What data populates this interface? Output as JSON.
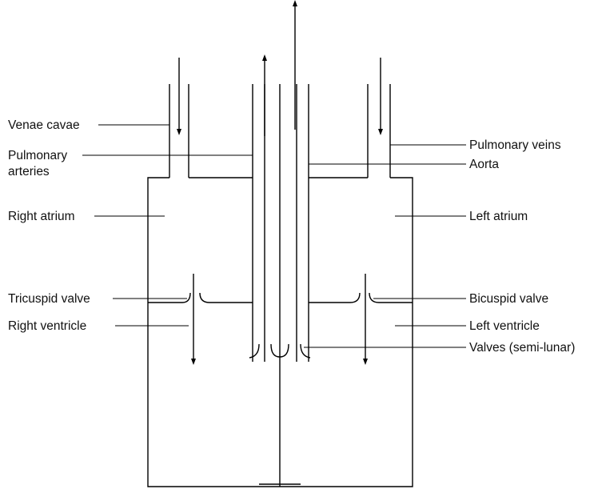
{
  "diagram": {
    "labels": {
      "venae_cavae": "Venae cavae",
      "pulmonary_arteries_line1": "Pulmonary",
      "pulmonary_arteries_line2": "arteries",
      "right_atrium": "Right atrium",
      "tricuspid_valve": "Tricuspid valve",
      "right_ventricle": "Right ventricle",
      "pulmonary_veins": "Pulmonary veins",
      "aorta": "Aorta",
      "left_atrium": "Left atrium",
      "bicuspid_valve": "Bicuspid valve",
      "left_ventricle": "Left ventricle",
      "valves_semilunar": "Valves (semi-lunar)"
    }
  }
}
